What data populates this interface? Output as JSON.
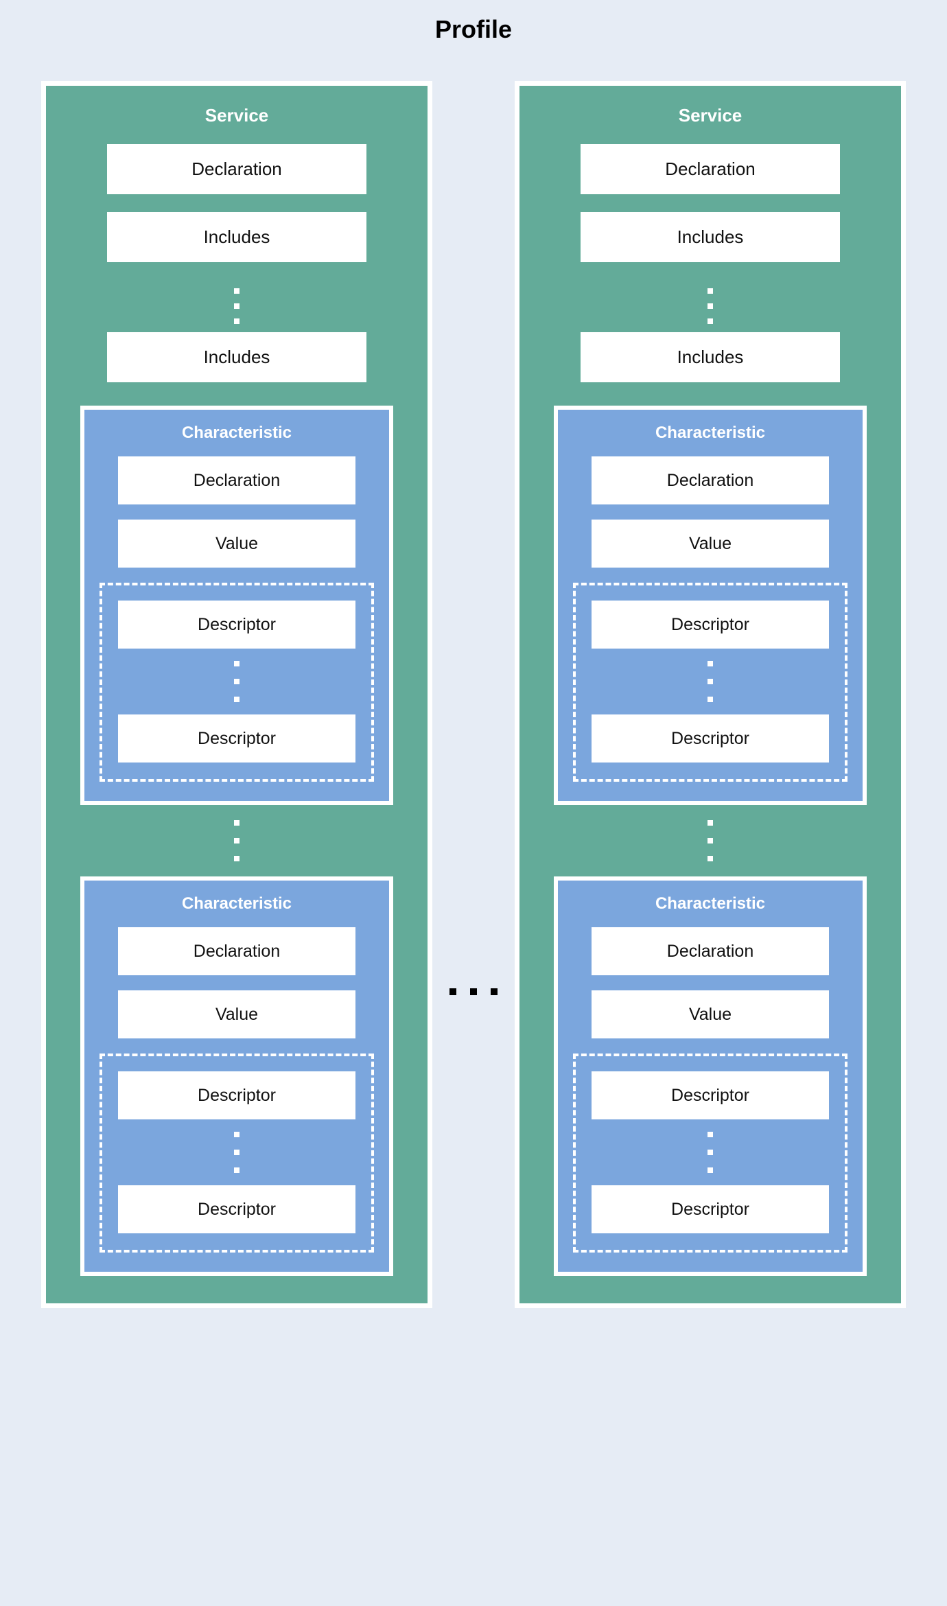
{
  "title": "Profile",
  "colors": {
    "background": "#e6ecf5",
    "service": "#63ab99",
    "characteristic": "#7ba6dd",
    "box": "#ffffff",
    "border": "#ffffff",
    "text_dark": "#111111",
    "text_light": "#ffffff",
    "ellipsis_dark": "#000000"
  },
  "labels": {
    "service": "Service",
    "characteristic": "Characteristic",
    "declaration": "Declaration",
    "includes": "Includes",
    "value": "Value",
    "descriptor": "Descriptor"
  },
  "diagram": {
    "type": "nested-block-diagram",
    "root": "Profile",
    "ellipsis_horizontal": "...",
    "ellipsis_vertical": "⋮",
    "services": [
      {
        "title": "Service",
        "items": [
          "Declaration",
          "Includes",
          "Includes"
        ],
        "item_ellipsis_after_index": 1,
        "characteristics": [
          {
            "title": "Characteristic",
            "items": [
              "Declaration",
              "Value"
            ],
            "descriptors": [
              "Descriptor",
              "Descriptor"
            ],
            "descriptor_ellipsis_after_index": 0
          },
          {
            "title": "Characteristic",
            "items": [
              "Declaration",
              "Value"
            ],
            "descriptors": [
              "Descriptor",
              "Descriptor"
            ],
            "descriptor_ellipsis_after_index": 0
          }
        ],
        "characteristic_ellipsis_after_index": 0
      },
      {
        "title": "Service",
        "items": [
          "Declaration",
          "Includes",
          "Includes"
        ],
        "item_ellipsis_after_index": 1,
        "characteristics": [
          {
            "title": "Characteristic",
            "items": [
              "Declaration",
              "Value"
            ],
            "descriptors": [
              "Descriptor",
              "Descriptor"
            ],
            "descriptor_ellipsis_after_index": 0
          },
          {
            "title": "Characteristic",
            "items": [
              "Declaration",
              "Value"
            ],
            "descriptors": [
              "Descriptor",
              "Descriptor"
            ],
            "descriptor_ellipsis_after_index": 0
          }
        ],
        "characteristic_ellipsis_after_index": 0
      }
    ]
  }
}
